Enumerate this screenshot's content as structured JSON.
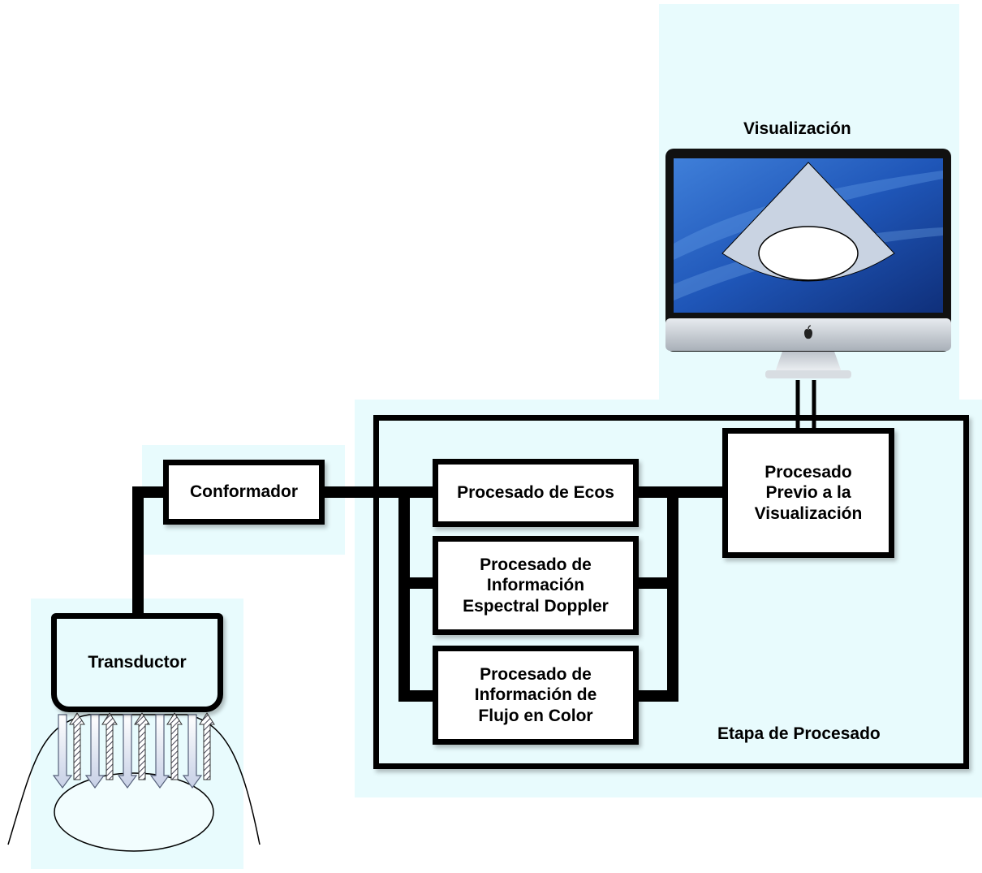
{
  "title": "",
  "labels": {
    "visualization": "Visualización",
    "stage": "Etapa de Procesado"
  },
  "blocks": {
    "transducer": "Transductor",
    "beamformer": "Conformador",
    "echo": "Procesado de Ecos",
    "doppler": "Procesado de Información Espectral Doppler",
    "color_flow": "Procesado de Información de Flujo en Color",
    "pre_display": "Procesado Previo a la Visualización"
  },
  "icons": {
    "monitor": "monitor-icon",
    "apple": "apple-logo-icon",
    "transducer_probe": "ultrasound-probe-icon"
  },
  "colors": {
    "panel_bg": "#e8fbfd",
    "screen_blue": "#2a63c7",
    "sector": "#c9d3e2"
  }
}
